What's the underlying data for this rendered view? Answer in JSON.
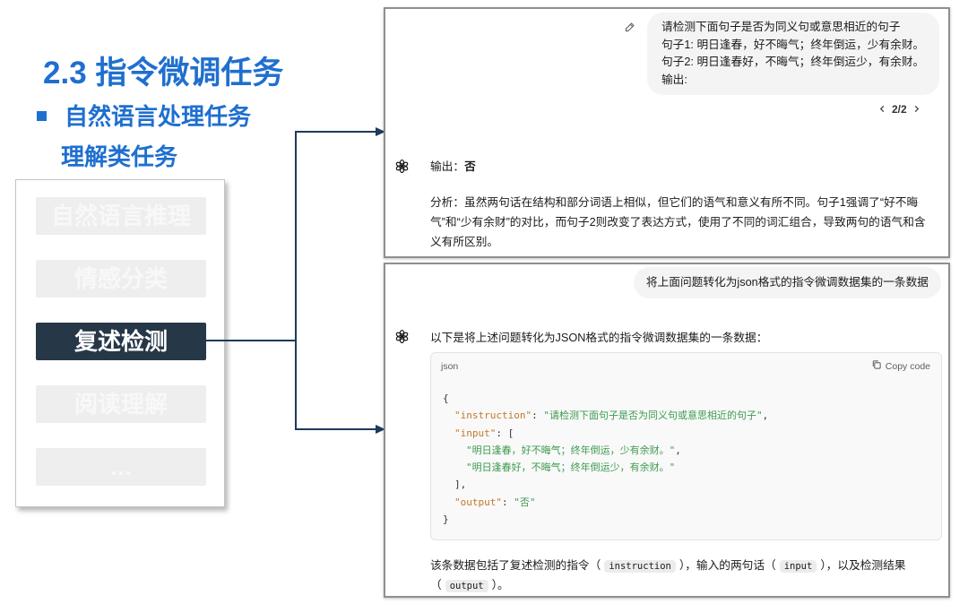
{
  "colors": {
    "title-blue": "#1f6fcf",
    "active-item": "#263748",
    "connector": "#1d3a5c",
    "faded-item": "#eeeeee",
    "user-bubble": "#f4f4f4",
    "code-key": "#c2772b",
    "code-string": "#3d9a50"
  },
  "slide": {
    "title": "2.3 指令微调任务",
    "bullet_icon": "square-bullet-icon",
    "section_heading": "自然语言处理任务",
    "sub_heading": "理解类任务",
    "task_list": [
      {
        "label": "自然语言推理",
        "active": false
      },
      {
        "label": "情感分类",
        "active": false
      },
      {
        "label": "复述检测",
        "active": true
      },
      {
        "label": "阅读理解",
        "active": false
      },
      {
        "label": "…",
        "active": false
      }
    ]
  },
  "chat_1": {
    "icons": {
      "edit": "pencil-icon",
      "prev": "chevron-left-icon",
      "next": "chevron-right-icon",
      "assistant": "chatgpt-logo-icon"
    },
    "user_message_lines": [
      "请检测下面句子是否为同义句或意思相近的句子",
      "句子1: 明日逢春，好不晦气；终年倒运，少有余财。",
      "句子2: 明日逢春好，不晦气；终年倒运少，有余财。",
      "输出:"
    ],
    "pager": {
      "label": "2/2"
    },
    "answer_label": "输出：",
    "answer_value": "否",
    "analysis_lines": [
      "分析：虽然两句话在结构和部分词语上相似，但它们的语气和意义有所不同。句子1强调了“好不晦",
      "气”和“少有余财”的对比，而句子2则改变了表达方式，使用了不同的词汇组合，导致两句的语气和含",
      "义有所区别。"
    ]
  },
  "chat_2": {
    "icons": {
      "assistant": "chatgpt-logo-icon",
      "copy": "copy-icon"
    },
    "user_message": "将上面问题转化为json格式的指令微调数据集的一条数据",
    "intro": "以下是将上述问题转化为JSON格式的指令微调数据集的一条数据：",
    "code_block": {
      "language": "json",
      "copy_label": "Copy code",
      "lines": [
        {
          "punct": "{"
        },
        {
          "key": "\"instruction\"",
          "colon": ": ",
          "value": "\"请检测下面句子是否为同义句或意思相近的句子\"",
          "trail": ","
        },
        {
          "key": "\"input\"",
          "colon": ": ",
          "trail": "["
        },
        {
          "value": "\"明日逢春，好不晦气；终年倒运，少有余财。\"",
          "trail": ","
        },
        {
          "value": "\"明日逢春好，不晦气；终年倒运少，有余财。\""
        },
        {
          "punct": "],"
        },
        {
          "key": "\"output\"",
          "colon": ": ",
          "value": "\"否\""
        },
        {
          "punct": "}"
        }
      ]
    },
    "summary": {
      "line_1": {
        "text_1": "该条数据包括了复述检测的指令（",
        "code_1": "instruction",
        "text_2": "），输入的两句话（",
        "code_2": "input",
        "text_3": "），以及检测结果"
      },
      "line_2": {
        "text_1": "（",
        "code_1": "output",
        "text_2": "）。"
      }
    }
  }
}
